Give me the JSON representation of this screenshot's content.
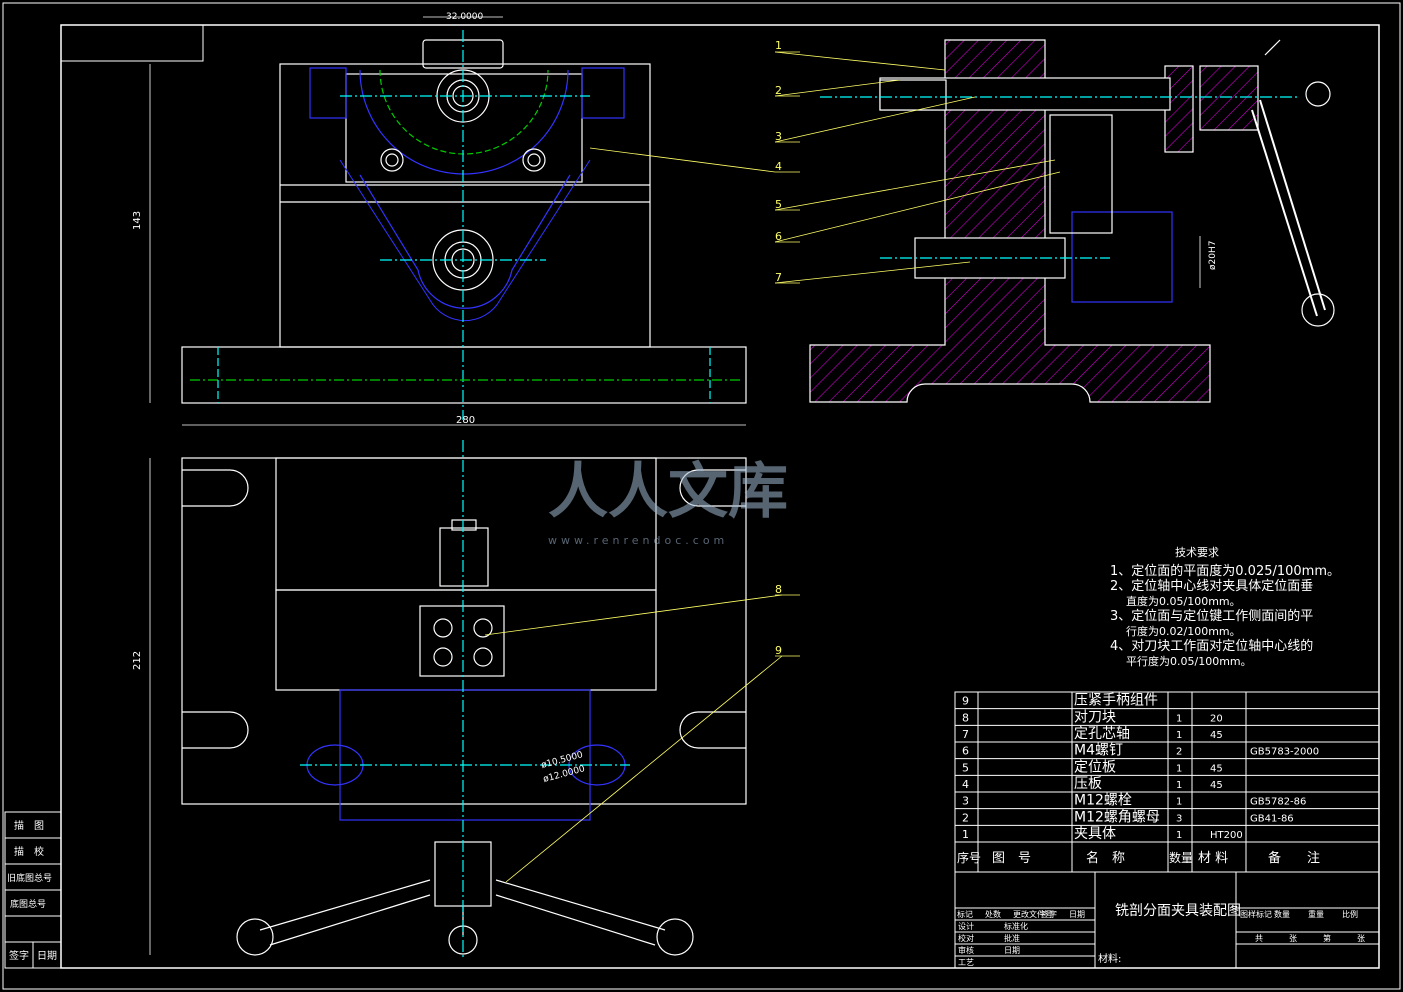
{
  "dimensions": {
    "top_width": "32.0000",
    "front_height": "143",
    "front_width": "280",
    "plan_height": "212",
    "dia_small": "ø10.5000",
    "dia_large": "ø12.0000",
    "side_dia": "ø20H7"
  },
  "callouts": [
    "1",
    "2",
    "3",
    "4",
    "5",
    "6",
    "7",
    "8",
    "9"
  ],
  "technical_requirements": {
    "title": "技术要求",
    "lines": [
      "1、定位面的平面度为0.025/100mm。",
      "2、定位轴中心线对夹具体定位面垂",
      "直度为0.05/100mm。",
      "3、定位面与定位键工作侧面间的平",
      "行度为0.02/100mm。",
      "4、对刀块工作面对定位轴中心线的",
      "平行度为0.05/100mm。"
    ]
  },
  "bom": {
    "rows": [
      {
        "no": "9",
        "name": "压紧手柄组件",
        "qty": "",
        "mat": "",
        "note": ""
      },
      {
        "no": "8",
        "name": "对刀块",
        "qty": "1",
        "mat": "20",
        "note": ""
      },
      {
        "no": "7",
        "name": "定孔芯轴",
        "qty": "1",
        "mat": "45",
        "note": ""
      },
      {
        "no": "6",
        "name": "M4螺钉",
        "qty": "2",
        "mat": "",
        "note": "GB5783-2000"
      },
      {
        "no": "5",
        "name": "定位板",
        "qty": "1",
        "mat": "45",
        "note": ""
      },
      {
        "no": "4",
        "name": "压板",
        "qty": "1",
        "mat": "45",
        "note": ""
      },
      {
        "no": "3",
        "name": "M12螺栓",
        "qty": "1",
        "mat": "",
        "note": "GB5782-86"
      },
      {
        "no": "2",
        "name": "M12螺角螺母",
        "qty": "3",
        "mat": "",
        "note": "GB41-86"
      },
      {
        "no": "1",
        "name": "夹具体",
        "qty": "1",
        "mat": "HT200",
        "note": ""
      }
    ],
    "header": {
      "no": "序号",
      "code": "图　号",
      "name": "名　称",
      "qty": "数量",
      "mat": "材 料",
      "note": "备　　注"
    }
  },
  "title_block": {
    "drawing_title": "铣剖分面夹具装配图",
    "material_label": "材料:",
    "rev_headers": [
      "标记",
      "处数",
      "更改文件号",
      "签字",
      "日期"
    ],
    "role_labels": [
      "设计",
      "校对",
      "审核",
      "工艺"
    ],
    "mid_labels": [
      "标准化",
      "批准",
      "日期"
    ],
    "right_headers": [
      "图样标记",
      "数量",
      "重量",
      "比例"
    ],
    "right_bottom": [
      "共",
      "张",
      "第",
      "张"
    ]
  },
  "left_strip": [
    "描　图",
    "描　校",
    "旧底图总号",
    "底图总号",
    "签字",
    "日期"
  ],
  "watermark": {
    "brand": "人人文库",
    "url": "www.renrendoc.com"
  },
  "colors": {
    "line": "#ffffff",
    "center": "#00ffff",
    "hidden": "#3333ff",
    "hatch": "#cc00cc",
    "dim": "#ffff66",
    "green": "#00cc00"
  }
}
